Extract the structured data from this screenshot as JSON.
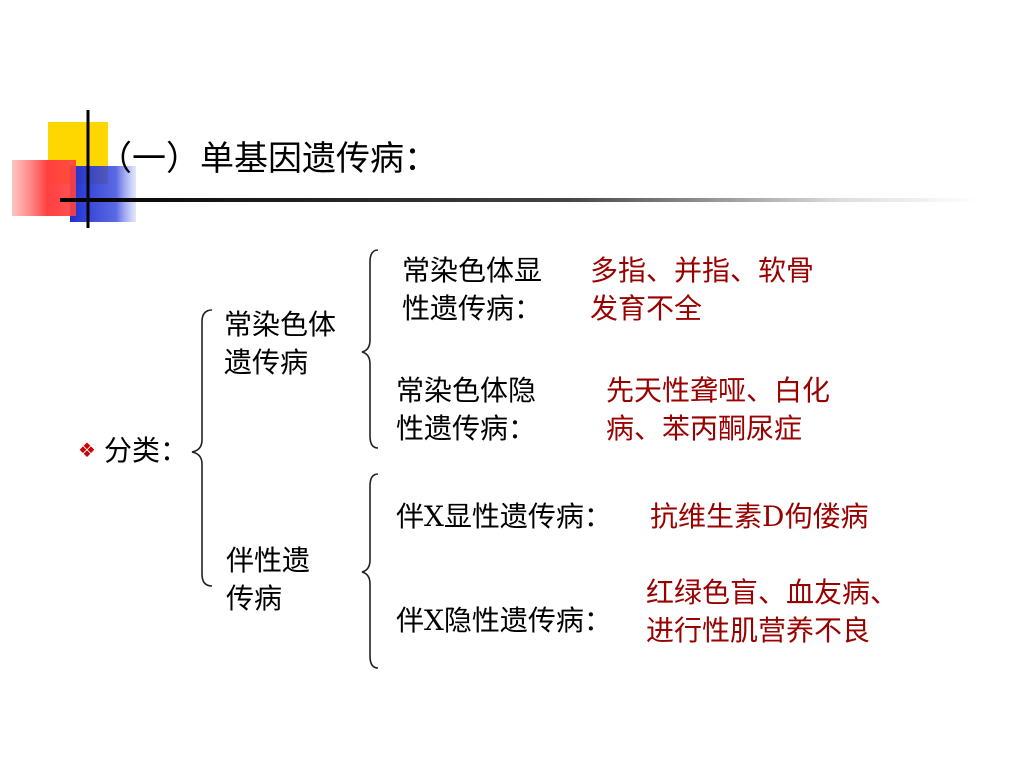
{
  "slide": {
    "title": "（一）单基因遗传病：",
    "bullet_icon": "diamond-bullet",
    "category_label": "分类：",
    "branches": [
      {
        "label": "常染色体\n遗传病",
        "items": [
          {
            "type": "常染色体显\n性遗传病：",
            "examples": "多指、并指、软骨\n发育不全"
          },
          {
            "type": "常染色体隐\n性遗传病：",
            "examples": "先天性聋哑、白化\n病、苯丙酮尿症"
          }
        ]
      },
      {
        "label": "伴性遗\n传病",
        "items": [
          {
            "type": "伴X显性遗传病：",
            "examples": "抗维生素D佝偻病"
          },
          {
            "type": "伴X隐性遗传病：",
            "examples": "红绿色盲、血友病、\n进行性肌营养不良"
          }
        ]
      }
    ]
  },
  "colors": {
    "text": "#000000",
    "highlight": "#990000",
    "deco_yellow": "#ffd700",
    "deco_blue": "#2c3bd6",
    "deco_red": "#ff4d4d"
  }
}
